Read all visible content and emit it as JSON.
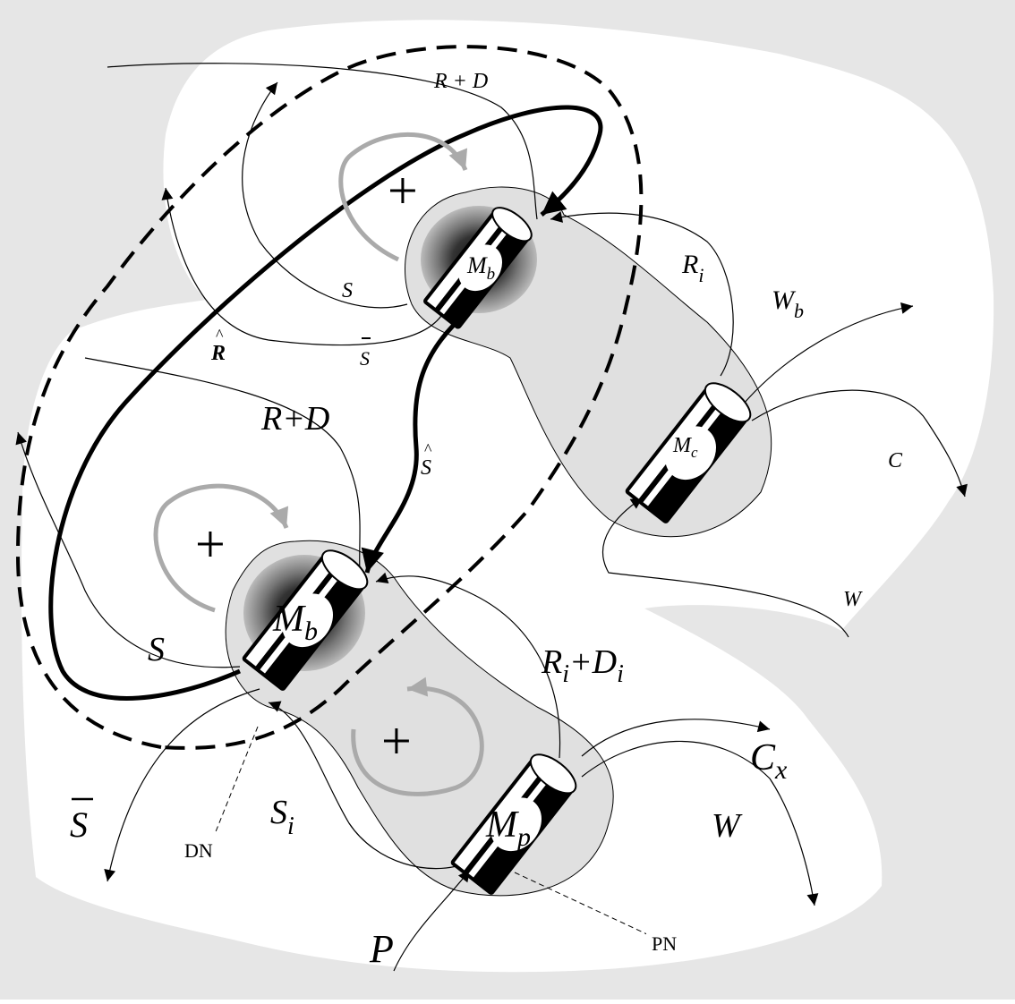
{
  "figure": {
    "background_color": "#e6e6e6",
    "region_color": "#ffffff",
    "node_fill": "#e0e0e0",
    "positive_loop_color": "#aaaaaa"
  },
  "modules": {
    "mb_top": {
      "base": "M",
      "sub": "b"
    },
    "mb_bottom": {
      "base": "M",
      "sub": "b"
    },
    "mc": {
      "base": "M",
      "sub": "c"
    },
    "mp": {
      "base": "M",
      "sub": "p"
    }
  },
  "flow_labels": {
    "rd_top": "R + D",
    "rd_mid": "R+D",
    "s_top": "S",
    "s_bottom": "S",
    "sbar_top": "S",
    "sbar_bottom": "S",
    "shat": "S",
    "rhat": "R",
    "ri": {
      "base": "R",
      "sub": "i"
    },
    "wb": {
      "base": "W",
      "sub": "b"
    },
    "c": "C",
    "w_right": "W",
    "w_bottom": "W",
    "cx": {
      "base": "C",
      "sub": "x"
    },
    "ri_di": {
      "base1": "R",
      "sub1": "i",
      "plus": "+",
      "base2": "D",
      "sub2": "i"
    },
    "si": {
      "base": "S",
      "sub": "i"
    },
    "p": "P"
  },
  "loop_signs": [
    "+",
    "+",
    "+"
  ],
  "nodes": {
    "dn": "DN",
    "pn": "PN"
  }
}
